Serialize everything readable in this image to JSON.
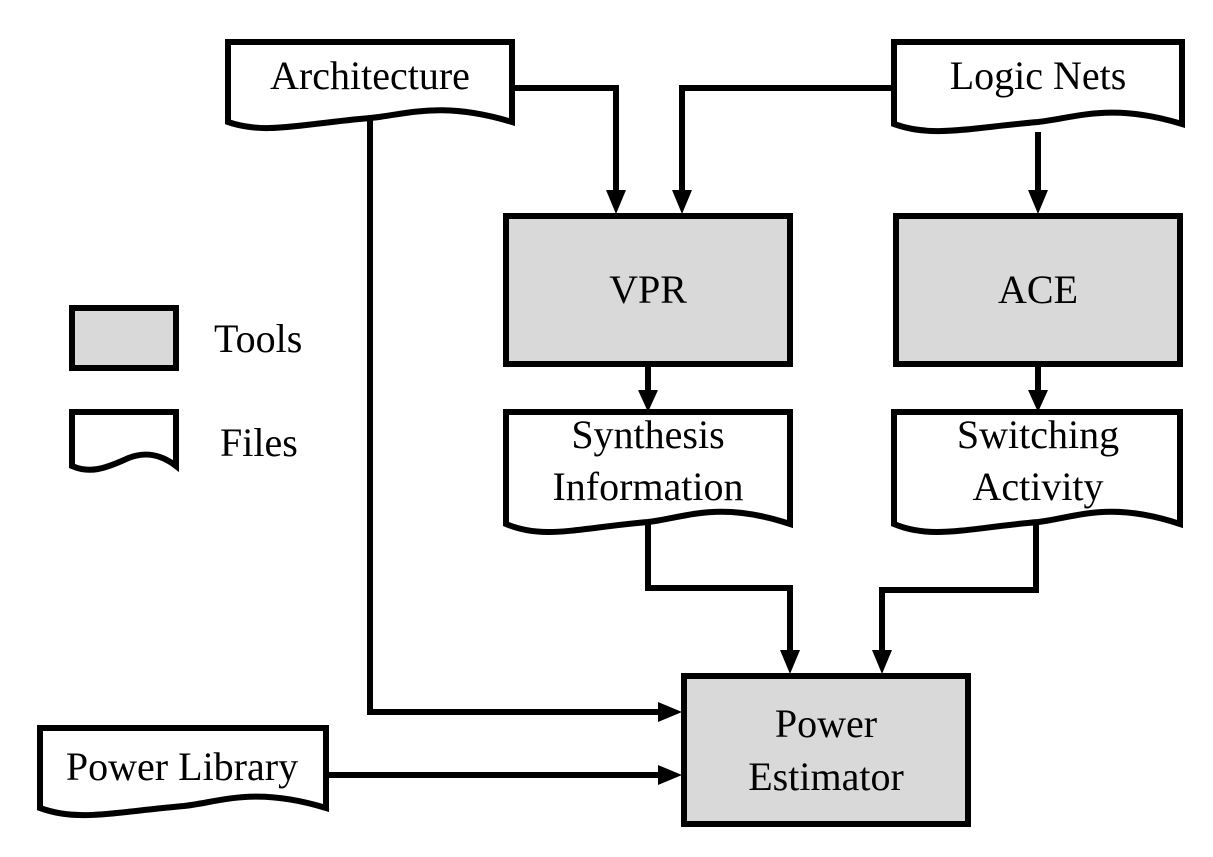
{
  "nodes": {
    "architecture": {
      "label": "Architecture",
      "kind": "file"
    },
    "logic_nets": {
      "label": "Logic Nets",
      "kind": "file"
    },
    "vpr": {
      "label": "VPR",
      "kind": "tool"
    },
    "ace": {
      "label": "ACE",
      "kind": "tool"
    },
    "synthesis_information": {
      "lines": [
        "Synthesis",
        "Information"
      ],
      "kind": "file"
    },
    "switching_activity": {
      "lines": [
        "Switching",
        "Activity"
      ],
      "kind": "file"
    },
    "power_library": {
      "label": "Power Library",
      "kind": "file"
    },
    "power_estimator": {
      "lines": [
        "Power",
        "Estimator"
      ],
      "kind": "tool"
    }
  },
  "legend": {
    "tools_label": "Tools",
    "files_label": "Files"
  },
  "edges": [
    {
      "from": "architecture",
      "to": "vpr"
    },
    {
      "from": "logic_nets",
      "to": "vpr"
    },
    {
      "from": "logic_nets",
      "to": "ace"
    },
    {
      "from": "vpr",
      "to": "synthesis_information"
    },
    {
      "from": "ace",
      "to": "switching_activity"
    },
    {
      "from": "synthesis_information",
      "to": "power_estimator"
    },
    {
      "from": "switching_activity",
      "to": "power_estimator"
    },
    {
      "from": "architecture",
      "to": "power_estimator"
    },
    {
      "from": "power_library",
      "to": "power_estimator"
    }
  ],
  "colors": {
    "tool_fill": "#d9d9d9",
    "file_fill": "#ffffff",
    "stroke": "#000000"
  }
}
